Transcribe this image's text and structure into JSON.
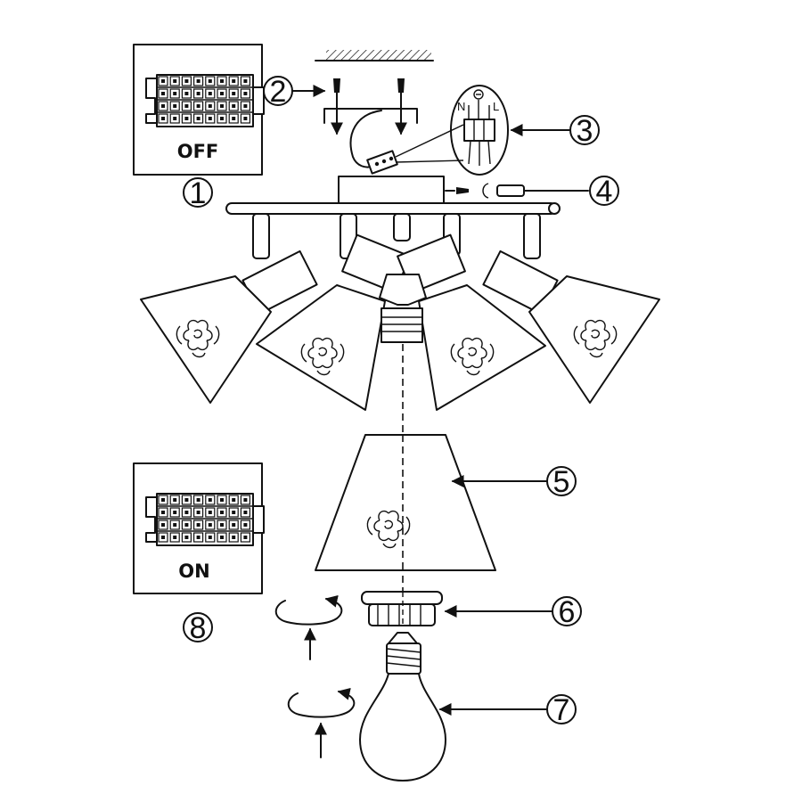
{
  "callouts": [
    {
      "id": "1",
      "label": "1"
    },
    {
      "id": "2",
      "label": "2"
    },
    {
      "id": "3",
      "label": "3"
    },
    {
      "id": "4",
      "label": "4"
    },
    {
      "id": "5",
      "label": "5"
    },
    {
      "id": "6",
      "label": "6"
    },
    {
      "id": "7",
      "label": "7"
    },
    {
      "id": "8",
      "label": "8"
    }
  ],
  "switch_boxes": {
    "off_label": "OFF",
    "on_label": "ON"
  },
  "terminal_labels": {
    "neutral": "N",
    "live": "L"
  },
  "icons": {
    "rotate": "rotate-clockwise-icon",
    "ground": "ground-symbol-icon"
  }
}
